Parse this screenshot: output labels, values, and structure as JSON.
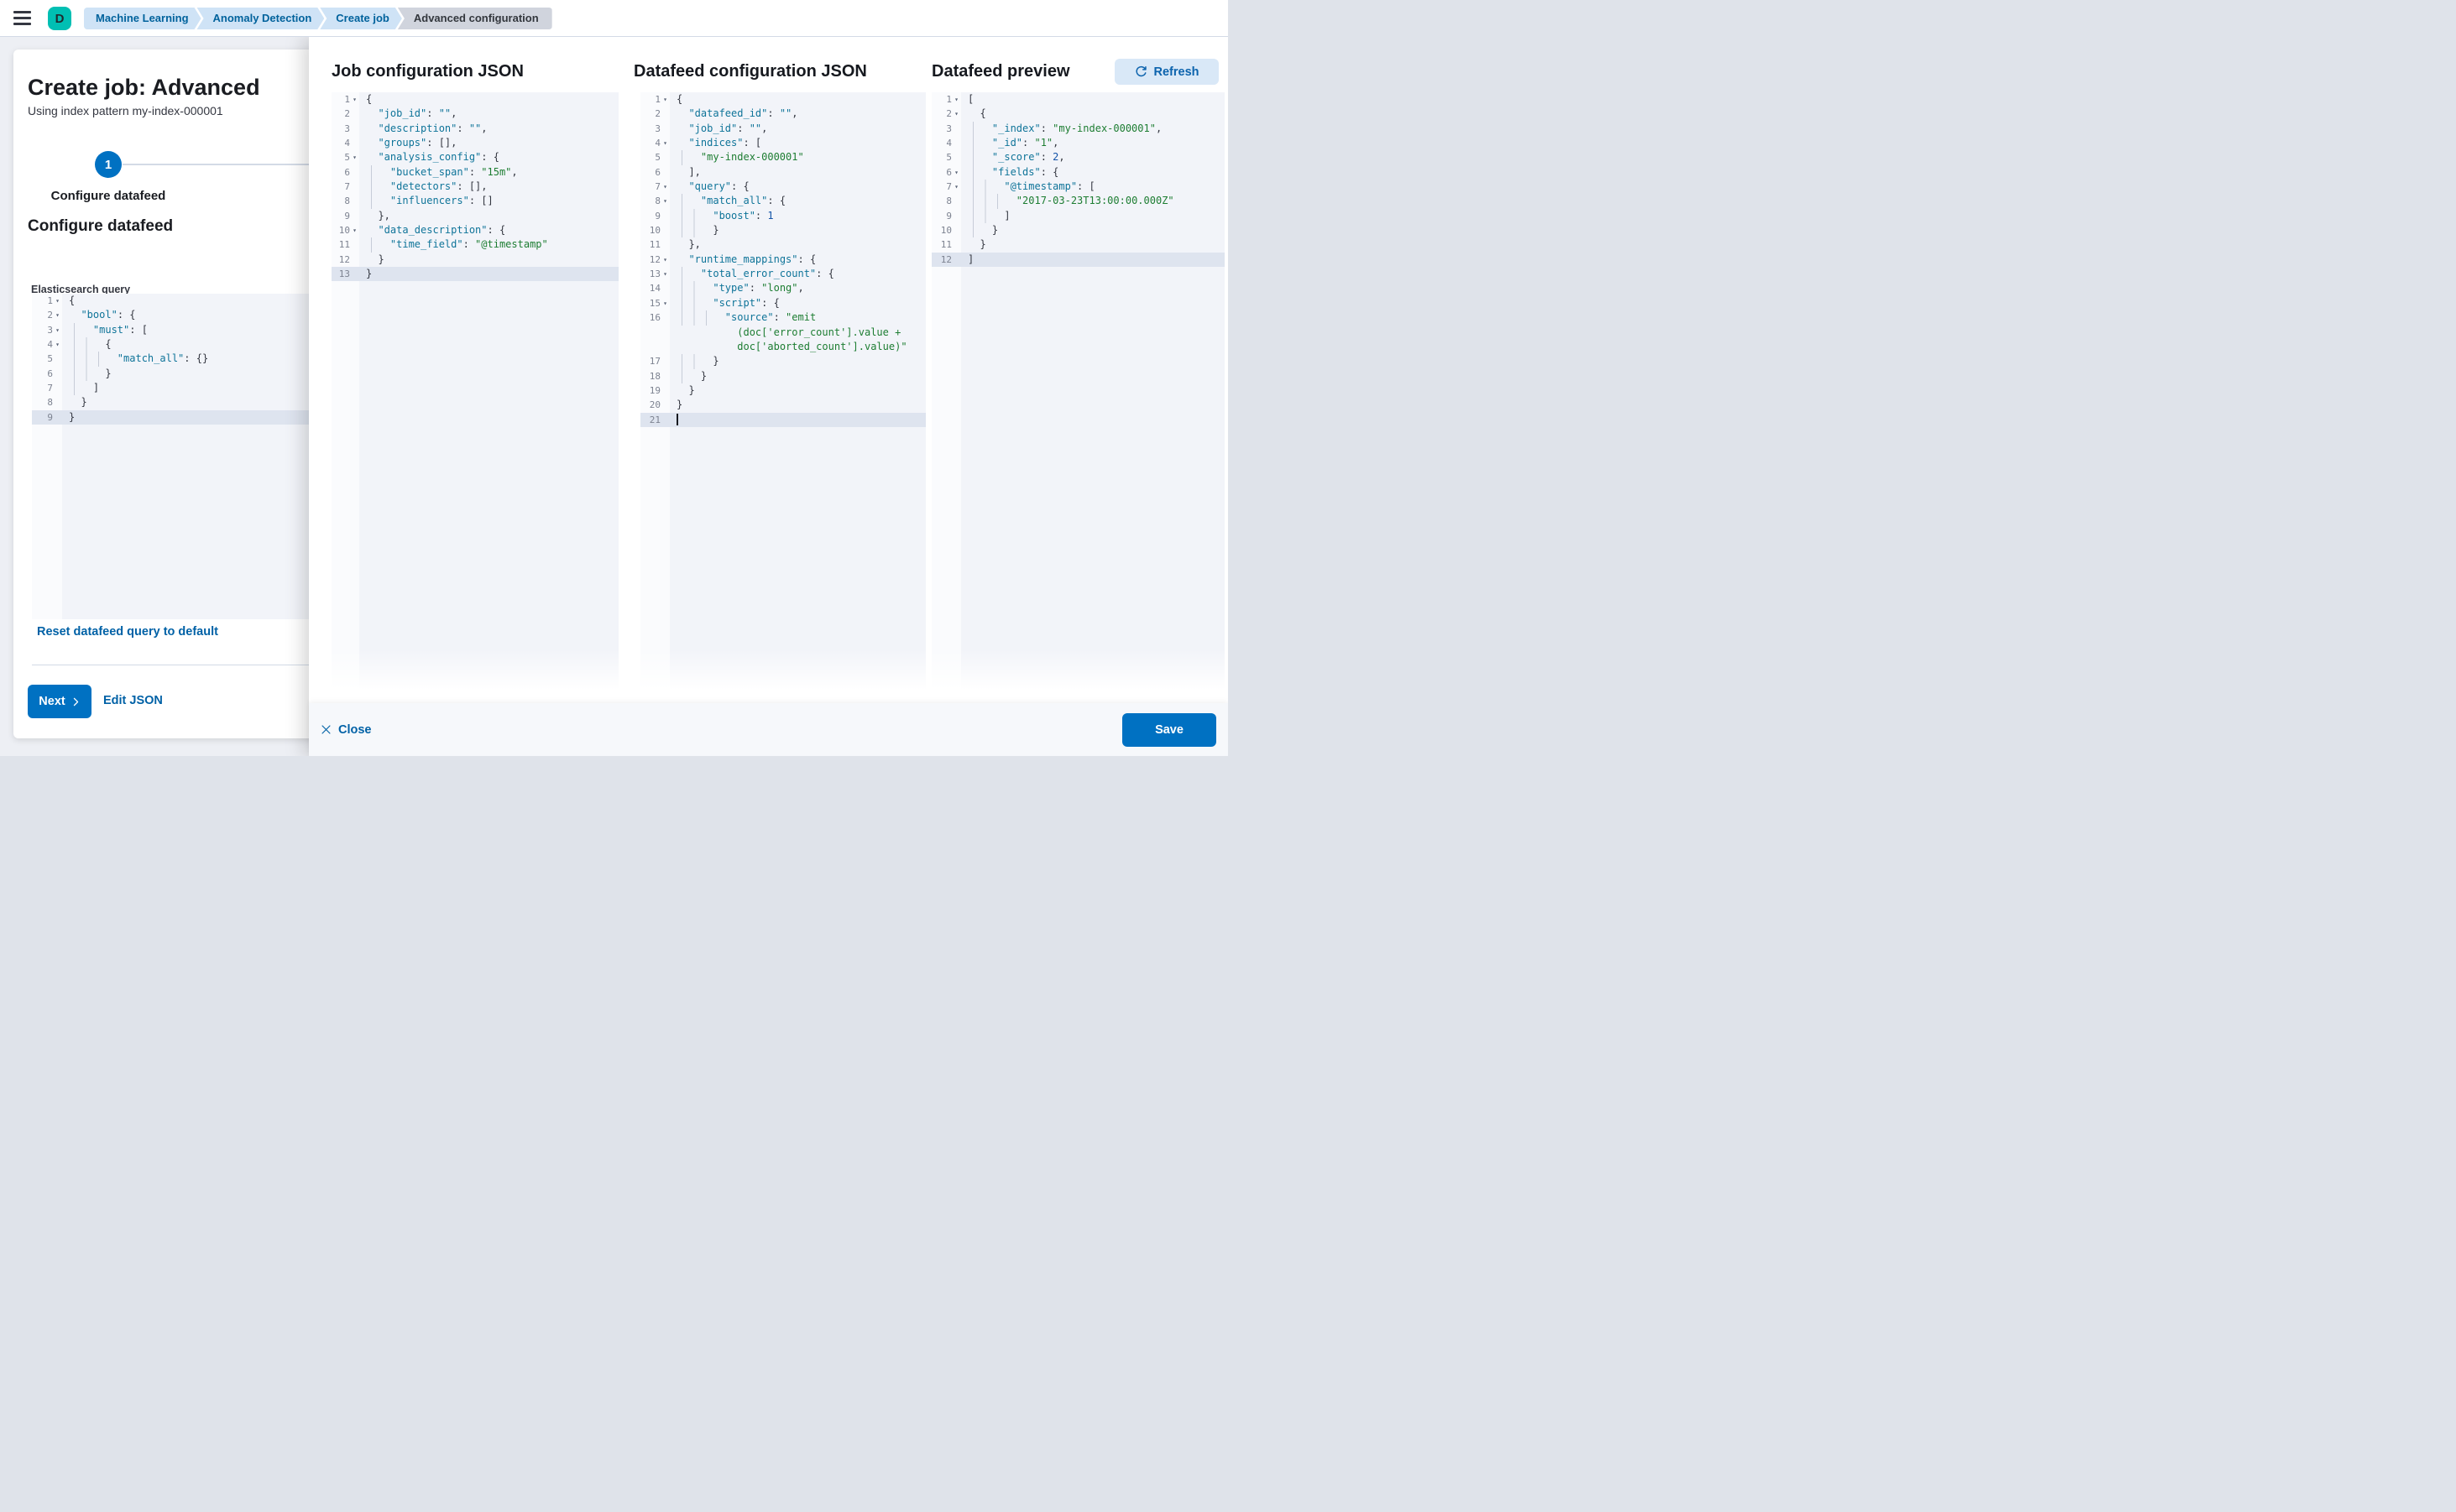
{
  "header": {
    "avatar_initial": "D",
    "breadcrumbs": [
      "Machine Learning",
      "Anomaly Detection",
      "Create job",
      "Advanced configuration"
    ]
  },
  "wizard": {
    "page_title": "Create job: Advanced",
    "page_subtitle": "Using index pattern my-index-000001",
    "step_number": "1",
    "step_label": "Configure datafeed",
    "section_title": "Configure datafeed",
    "query_label": "Elasticsearch query",
    "reset_link": "Reset datafeed query to default",
    "next_button": "Next",
    "edit_json_button": "Edit JSON"
  },
  "flyout": {
    "job_title": "Job configuration JSON",
    "datafeed_title": "Datafeed configuration JSON",
    "preview_title": "Datafeed preview",
    "refresh_button": "Refresh",
    "close_button": "Close",
    "save_button": "Save"
  },
  "colors": {
    "primary_button": "#0071c2",
    "link_text": "#0061a6",
    "avatar_bg": "#00bfb3",
    "breadcrumb_blue_bg": "#cfe3f6",
    "breadcrumb_blue_text": "#01629c",
    "breadcrumb_gray_bg": "#d0d4dd",
    "refresh_bg": "#d9e8f7",
    "syntax_key": "#0f7499",
    "syntax_string": "#1d7d32",
    "syntax_number": "#1353a8",
    "editor_active_line": "#dee4ef"
  },
  "editors": {
    "es_query": {
      "lines": [
        {
          "n": "1",
          "f": 1,
          "t": [
            [
              "p",
              "{"
            ]
          ]
        },
        {
          "n": "2",
          "f": 1,
          "t": [
            [
              "p",
              "  "
            ],
            [
              "k",
              "\"bool\""
            ],
            [
              "p",
              ": {"
            ]
          ]
        },
        {
          "n": "3",
          "f": 1,
          "g": 1,
          "t": [
            [
              "p",
              "  "
            ],
            [
              "k",
              "\"must\""
            ],
            [
              "p",
              ": ["
            ]
          ]
        },
        {
          "n": "4",
          "f": 1,
          "g": 2,
          "t": [
            [
              "p",
              "  {"
            ]
          ]
        },
        {
          "n": "5",
          "g": 3,
          "t": [
            [
              "p",
              "  "
            ],
            [
              "k",
              "\"match_all\""
            ],
            [
              "p",
              ": {}"
            ]
          ]
        },
        {
          "n": "6",
          "g": 2,
          "t": [
            [
              "p",
              "  }"
            ]
          ]
        },
        {
          "n": "7",
          "g": 1,
          "t": [
            [
              "p",
              "  ]"
            ]
          ]
        },
        {
          "n": "8",
          "t": [
            [
              "p",
              "  }"
            ]
          ]
        },
        {
          "n": "9",
          "a": 1,
          "t": [
            [
              "p",
              "}"
            ]
          ]
        }
      ]
    },
    "job_config": {
      "lines": [
        {
          "n": "1",
          "f": 1,
          "t": [
            [
              "p",
              "{"
            ]
          ]
        },
        {
          "n": "2",
          "t": [
            [
              "p",
              "  "
            ],
            [
              "k",
              "\"job_id\""
            ],
            [
              "p",
              ": "
            ],
            [
              "e",
              "\"\""
            ],
            [
              "p",
              ","
            ]
          ]
        },
        {
          "n": "3",
          "t": [
            [
              "p",
              "  "
            ],
            [
              "k",
              "\"description\""
            ],
            [
              "p",
              ": "
            ],
            [
              "e",
              "\"\""
            ],
            [
              "p",
              ","
            ]
          ]
        },
        {
          "n": "4",
          "t": [
            [
              "p",
              "  "
            ],
            [
              "k",
              "\"groups\""
            ],
            [
              "p",
              ": [],"
            ]
          ]
        },
        {
          "n": "5",
          "f": 1,
          "t": [
            [
              "p",
              "  "
            ],
            [
              "k",
              "\"analysis_config\""
            ],
            [
              "p",
              ": {"
            ]
          ]
        },
        {
          "n": "6",
          "g": 1,
          "t": [
            [
              "p",
              "  "
            ],
            [
              "k",
              "\"bucket_span\""
            ],
            [
              "p",
              ": "
            ],
            [
              "s",
              "\"15m\""
            ],
            [
              "p",
              ","
            ]
          ]
        },
        {
          "n": "7",
          "g": 1,
          "t": [
            [
              "p",
              "  "
            ],
            [
              "k",
              "\"detectors\""
            ],
            [
              "p",
              ": [],"
            ]
          ]
        },
        {
          "n": "8",
          "g": 1,
          "t": [
            [
              "p",
              "  "
            ],
            [
              "k",
              "\"influencers\""
            ],
            [
              "p",
              ": []"
            ]
          ]
        },
        {
          "n": "9",
          "t": [
            [
              "p",
              "  },"
            ]
          ]
        },
        {
          "n": "10",
          "f": 1,
          "t": [
            [
              "p",
              "  "
            ],
            [
              "k",
              "\"data_description\""
            ],
            [
              "p",
              ": {"
            ]
          ]
        },
        {
          "n": "11",
          "g": 1,
          "t": [
            [
              "p",
              "  "
            ],
            [
              "k",
              "\"time_field\""
            ],
            [
              "p",
              ": "
            ],
            [
              "s",
              "\"@timestamp\""
            ]
          ]
        },
        {
          "n": "12",
          "t": [
            [
              "p",
              "  }"
            ]
          ]
        },
        {
          "n": "13",
          "a": 1,
          "t": [
            [
              "p",
              "}"
            ]
          ]
        }
      ]
    },
    "datafeed_config": {
      "lines": [
        {
          "n": "1",
          "f": 1,
          "t": [
            [
              "p",
              "{"
            ]
          ]
        },
        {
          "n": "2",
          "t": [
            [
              "p",
              "  "
            ],
            [
              "k",
              "\"datafeed_id\""
            ],
            [
              "p",
              ": "
            ],
            [
              "e",
              "\"\""
            ],
            [
              "p",
              ","
            ]
          ]
        },
        {
          "n": "3",
          "t": [
            [
              "p",
              "  "
            ],
            [
              "k",
              "\"job_id\""
            ],
            [
              "p",
              ": "
            ],
            [
              "e",
              "\"\""
            ],
            [
              "p",
              ","
            ]
          ]
        },
        {
          "n": "4",
          "f": 1,
          "t": [
            [
              "p",
              "  "
            ],
            [
              "k",
              "\"indices\""
            ],
            [
              "p",
              ": ["
            ]
          ]
        },
        {
          "n": "5",
          "g": 1,
          "t": [
            [
              "p",
              "  "
            ],
            [
              "s",
              "\"my-index-000001\""
            ]
          ]
        },
        {
          "n": "6",
          "t": [
            [
              "p",
              "  ],"
            ]
          ]
        },
        {
          "n": "7",
          "f": 1,
          "t": [
            [
              "p",
              "  "
            ],
            [
              "k",
              "\"query\""
            ],
            [
              "p",
              ": {"
            ]
          ]
        },
        {
          "n": "8",
          "f": 1,
          "g": 1,
          "t": [
            [
              "p",
              "  "
            ],
            [
              "k",
              "\"match_all\""
            ],
            [
              "p",
              ": {"
            ]
          ]
        },
        {
          "n": "9",
          "g": 2,
          "t": [
            [
              "p",
              "  "
            ],
            [
              "k",
              "\"boost\""
            ],
            [
              "p",
              ": "
            ],
            [
              "n",
              "1"
            ]
          ]
        },
        {
          "n": "10",
          "g": 2,
          "t": [
            [
              "p",
              "  }"
            ]
          ]
        },
        {
          "n": "11",
          "t": [
            [
              "p",
              "  },"
            ]
          ]
        },
        {
          "n": "12",
          "f": 1,
          "t": [
            [
              "p",
              "  "
            ],
            [
              "k",
              "\"runtime_mappings\""
            ],
            [
              "p",
              ": {"
            ]
          ]
        },
        {
          "n": "13",
          "f": 1,
          "g": 1,
          "t": [
            [
              "p",
              "  "
            ],
            [
              "k",
              "\"total_error_count\""
            ],
            [
              "p",
              ": {"
            ]
          ]
        },
        {
          "n": "14",
          "g": 2,
          "t": [
            [
              "p",
              "  "
            ],
            [
              "k",
              "\"type\""
            ],
            [
              "p",
              ": "
            ],
            [
              "s",
              "\"long\""
            ],
            [
              "p",
              ","
            ]
          ]
        },
        {
          "n": "15",
          "f": 1,
          "g": 2,
          "t": [
            [
              "p",
              "  "
            ],
            [
              "k",
              "\"script\""
            ],
            [
              "p",
              ": {"
            ]
          ]
        },
        {
          "n": "16",
          "g": 3,
          "t": [
            [
              "p",
              "  "
            ],
            [
              "k",
              "\"source\""
            ],
            [
              "p",
              ": "
            ],
            [
              "s",
              "\"emit"
            ]
          ]
        },
        {
          "t": [
            [
              "p",
              "          "
            ],
            [
              "s",
              "(doc['error_count'].value +"
            ]
          ]
        },
        {
          "t": [
            [
              "p",
              "          "
            ],
            [
              "s",
              "doc['aborted_count'].value)\""
            ]
          ]
        },
        {
          "n": "17",
          "g": 2,
          "t": [
            [
              "p",
              "  }"
            ]
          ]
        },
        {
          "n": "18",
          "g": 1,
          "t": [
            [
              "p",
              "  }"
            ]
          ]
        },
        {
          "n": "19",
          "t": [
            [
              "p",
              "  }"
            ]
          ]
        },
        {
          "n": "20",
          "t": [
            [
              "p",
              "}"
            ]
          ]
        },
        {
          "n": "21",
          "a": 1,
          "c": 1,
          "t": []
        }
      ]
    },
    "datafeed_preview": {
      "lines": [
        {
          "n": "1",
          "f": 1,
          "t": [
            [
              "p",
              "["
            ]
          ]
        },
        {
          "n": "2",
          "f": 1,
          "t": [
            [
              "p",
              "  {"
            ]
          ]
        },
        {
          "n": "3",
          "g": 1,
          "t": [
            [
              "p",
              "  "
            ],
            [
              "k",
              "\"_index\""
            ],
            [
              "p",
              ": "
            ],
            [
              "s",
              "\"my-index-000001\""
            ],
            [
              "p",
              ","
            ]
          ]
        },
        {
          "n": "4",
          "g": 1,
          "t": [
            [
              "p",
              "  "
            ],
            [
              "k",
              "\"_id\""
            ],
            [
              "p",
              ": "
            ],
            [
              "s",
              "\"1\""
            ],
            [
              "p",
              ","
            ]
          ]
        },
        {
          "n": "5",
          "g": 1,
          "t": [
            [
              "p",
              "  "
            ],
            [
              "k",
              "\"_score\""
            ],
            [
              "p",
              ": "
            ],
            [
              "n",
              "2"
            ],
            [
              "p",
              ","
            ]
          ]
        },
        {
          "n": "6",
          "f": 1,
          "g": 1,
          "t": [
            [
              "p",
              "  "
            ],
            [
              "k",
              "\"fields\""
            ],
            [
              "p",
              ": {"
            ]
          ]
        },
        {
          "n": "7",
          "f": 1,
          "g": 2,
          "t": [
            [
              "p",
              "  "
            ],
            [
              "k",
              "\"@timestamp\""
            ],
            [
              "p",
              ": ["
            ]
          ]
        },
        {
          "n": "8",
          "g": 3,
          "t": [
            [
              "p",
              "  "
            ],
            [
              "s",
              "\"2017-03-23T13:00:00.000Z\""
            ]
          ]
        },
        {
          "n": "9",
          "g": 2,
          "t": [
            [
              "p",
              "  ]"
            ]
          ]
        },
        {
          "n": "10",
          "g": 1,
          "t": [
            [
              "p",
              "  }"
            ]
          ]
        },
        {
          "n": "11",
          "t": [
            [
              "p",
              "  }"
            ]
          ]
        },
        {
          "n": "12",
          "a": 1,
          "t": [
            [
              "p",
              "]"
            ]
          ]
        }
      ]
    }
  }
}
